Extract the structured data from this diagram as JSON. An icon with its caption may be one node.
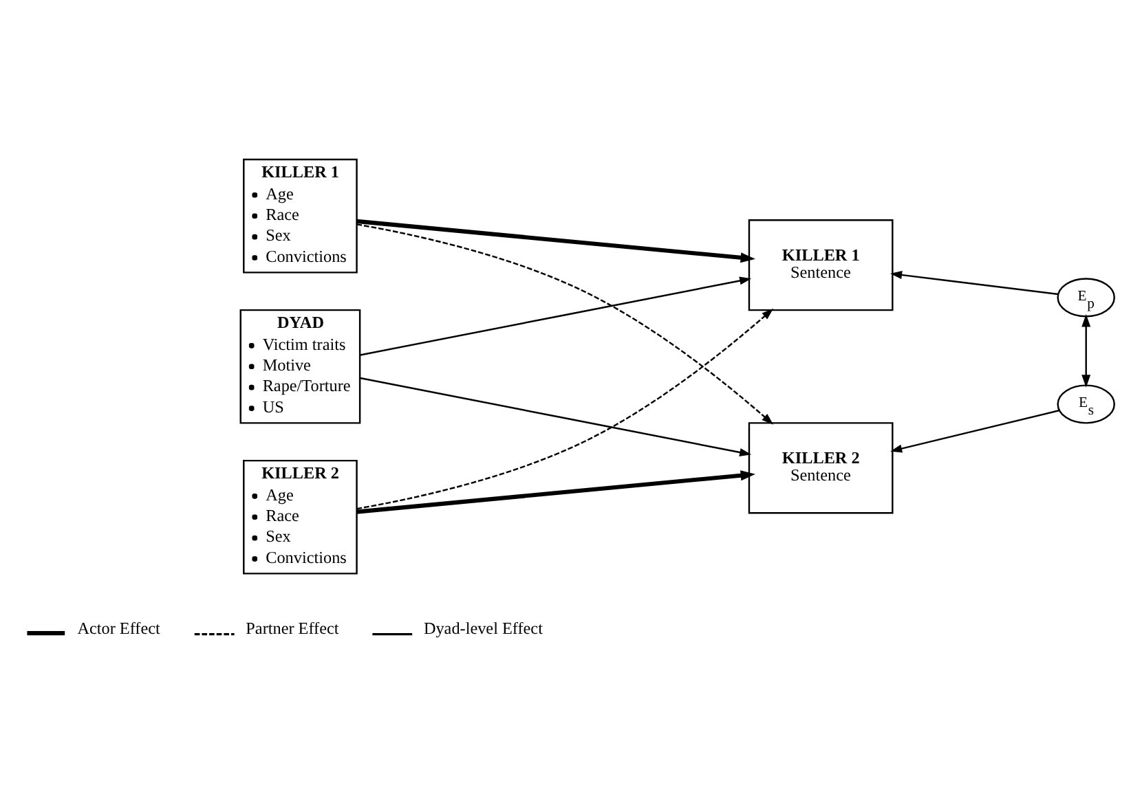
{
  "diagram": {
    "nodes": [
      {
        "text": [
          "KILLER 1",
          "Age",
          "Race",
          "Sex",
          "Convictions"
        ]
      },
      {
        "text": [
          "KILLER 1",
          "Sentence"
        ]
      },
      {
        "text": [
          "E$_{p}$"
        ]
      },
      {
        "text": [
          "DYAD",
          "Victim traits",
          "Motive",
          "Rape/Torture",
          "US"
        ]
      },
      {
        "text": [
          "KILLER 2",
          "Age",
          "Race",
          "Sex",
          "Convictions"
        ]
      },
      {
        "text": [
          "KILLER 2",
          "Sentence"
        ]
      },
      {
        "text": [
          "E$_{s}$"
        ]
      }
    ],
    "edges": [
      {
        "from": 0,
        "to": 1,
        "arrow": "to",
        "style": "thick"
      },
      {
        "from": 0,
        "to": 5,
        "arrow": "to",
        "style": "dashed"
      },
      {
        "from": 3,
        "to": 1,
        "arrow": "to"
      },
      {
        "from": 3,
        "to": 5,
        "arrow": "to"
      },
      {
        "from": 4,
        "to": 1,
        "arrow": "to",
        "style": "dashed"
      },
      {
        "from": 4,
        "to": 5,
        "arrow": "to",
        "style": "thick"
      },
      {
        "from": 2,
        "to": 1,
        "arrow": "to"
      },
      {
        "from": 6,
        "to": 5,
        "arrow": "to"
      },
      {
        "from": 2,
        "to": 6,
        "arrow": "both"
      }
    ],
    "legend": [
      {
        "text": "Actor Effect"
      },
      {
        "text": "Partner Effect"
      },
      {
        "text": "Dyad-level Effect"
      }
    ]
  }
}
